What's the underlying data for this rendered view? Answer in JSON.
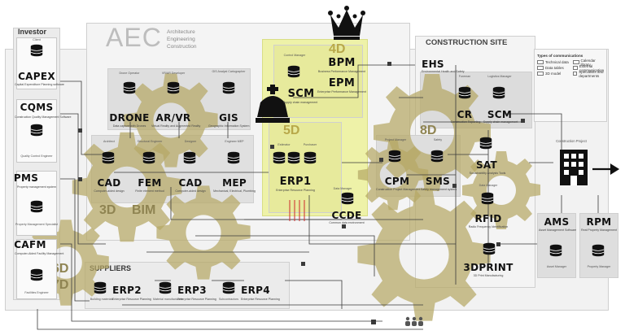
{
  "zones": {
    "investor": "Investor",
    "aec_big": "AEC",
    "aec_sub1": "Architecture",
    "aec_sub2": "Engineering",
    "aec_sub3": "Construction",
    "construction_site": "CONSTRUCTION SITE",
    "suppliers": "SUPPLIERS",
    "d3": "3D",
    "bim": "BIM",
    "d4": "4D",
    "d5": "5D",
    "d6": "6D",
    "d7": "7D",
    "d8": "8D"
  },
  "nodes": {
    "capex": {
      "code": "CAPEX",
      "sub": "Capital Expenditure Planning software",
      "role": "Client"
    },
    "cqms": {
      "code": "CQMS",
      "sub": "Construction Quality Management Software",
      "role": "Quality Control Engineer"
    },
    "pms": {
      "code": "PMS",
      "sub": "Property management system",
      "role": "Property Management Specialist"
    },
    "cafm": {
      "code": "CAFM",
      "sub": "Computer-Aided Facility Management",
      "role": "Facilities Engineer"
    },
    "drone": {
      "code": "DRONE",
      "sub": "Data capture with Drones",
      "role": "Drone Operator"
    },
    "arvr": {
      "code": "AR/VR",
      "sub": "Virtual Reality and Augmented Reality",
      "role": "VR/AR Developer"
    },
    "gis": {
      "code": "GIS",
      "sub": "Geographic Information System",
      "role": "GIS Analyst Cartographer"
    },
    "bpm": {
      "code": "BPM",
      "sub": "Business Performance Management"
    },
    "epm": {
      "code": "EPM",
      "sub": "Enterprise Performance Management"
    },
    "scm_top": {
      "code": "SCM",
      "sub": "Supply chain management",
      "role": "Control Manager"
    },
    "cad1": {
      "code": "CAD",
      "sub": "Computer-aided design",
      "role": "Architect"
    },
    "fem": {
      "code": "FEM",
      "sub": "Finite element method",
      "role": "Structural Engineer"
    },
    "cad2": {
      "code": "CAD",
      "sub": "Computer-aided design",
      "role": "Designer"
    },
    "mep": {
      "code": "MEP",
      "sub": "Mechanical, Electrical, Plumbing",
      "role": "Engineer MEP"
    },
    "erp1": {
      "code": "ERP1",
      "sub": "Enterprise Resource Planning",
      "role1": "Estimator",
      "role2": "Purchaser"
    },
    "ccde": {
      "code": "CCDE",
      "sub": "Common data environment",
      "role": "Data Manager"
    },
    "ehs": {
      "code": "EHS",
      "sub": "Environmental Health and Safety"
    },
    "cr": {
      "code": "CR",
      "sub": "Construction Reporting",
      "role": "Foreman"
    },
    "scm_site": {
      "code": "SCM",
      "sub": "Supply chain management",
      "role": "Logistics Manager"
    },
    "cpm": {
      "code": "CPM",
      "sub": "Construction Project Management",
      "role": "Project Manager"
    },
    "sms": {
      "code": "SMS",
      "sub": "Safety management system",
      "role": "Safety"
    },
    "sat": {
      "code": "SAT",
      "sub": "Sustainability Analysis Tools"
    },
    "rfid": {
      "code": "RFID",
      "sub": "Radio Frequency Identification",
      "role": "Data Manager"
    },
    "print3d": {
      "code": "3DPRINT",
      "sub": "3D Print Manufacturing"
    },
    "ams": {
      "code": "AMS",
      "sub": "Asset Management Software",
      "role": "Asset Manager"
    },
    "rpm": {
      "code": "RPM",
      "sub": "Real Property Management",
      "role": "Property Manager"
    },
    "erp2": {
      "code": "ERP2",
      "sub": "Enterprise Resource Planning",
      "role": "Building materials"
    },
    "erp3": {
      "code": "ERP3",
      "sub": "Enterprise Resource Planning",
      "role": "Material manufacturers"
    },
    "erp4": {
      "code": "ERP4",
      "sub": "Enterprise Resource Planning",
      "role": "Subcontractors"
    }
  },
  "construction_project": "Construction Project",
  "legend": {
    "title": "Types of communications",
    "items": [
      "Technical data",
      "Data tables",
      "3D model",
      "Calendar library",
      "External communication",
      "Specialists and departments"
    ]
  },
  "colors": {
    "gear": "#b6a865",
    "highlight": "#eef2a8",
    "zone": "#ebebeb",
    "accent_red": "#cc2b2b"
  }
}
